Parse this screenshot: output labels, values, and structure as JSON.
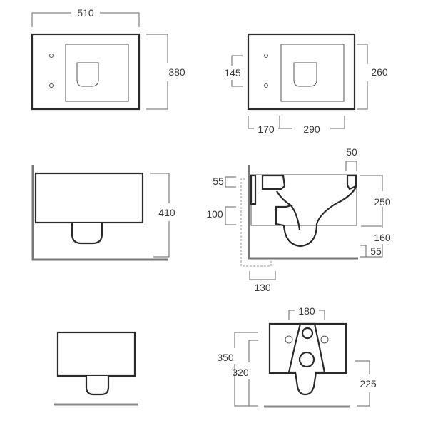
{
  "views": {
    "top_left": {
      "width_label": "510",
      "depth_label": "380"
    },
    "top_right": {
      "fixing_label": "145",
      "depth_label": "260",
      "offset_label": "170",
      "spacing_label": "290"
    },
    "side_left": {
      "height_label": "410"
    },
    "side_right": {
      "top_label": "55",
      "mid_label": "100",
      "rim_label": "50",
      "height_label": "250",
      "outlet_label": "160",
      "floor_label": "55",
      "frame_label": "130"
    },
    "front_left": {},
    "rear_right": {
      "spacing_label": "180",
      "outer_label": "350",
      "inner_label": "320",
      "outlet_label": "225"
    }
  }
}
